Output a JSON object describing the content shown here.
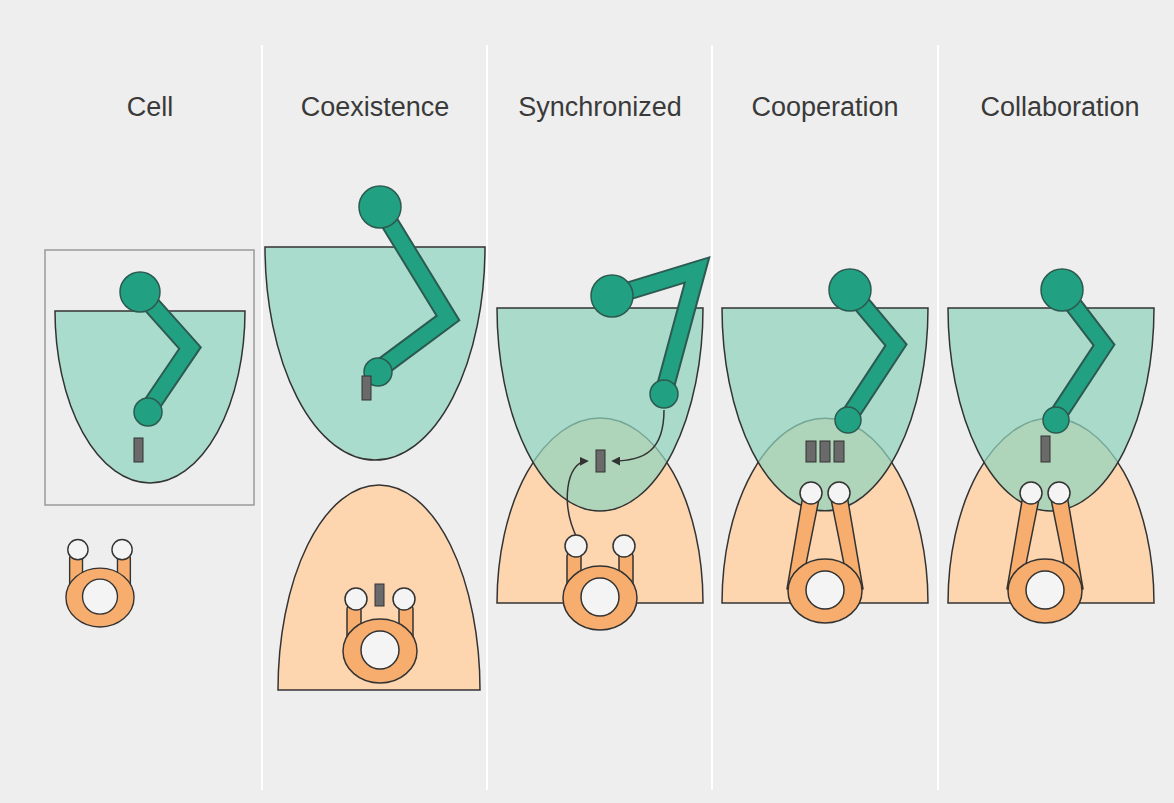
{
  "diagram": {
    "labels": [
      "Cell",
      "Coexistence",
      "Synchronized",
      "Cooperation",
      "Collaboration"
    ]
  }
}
